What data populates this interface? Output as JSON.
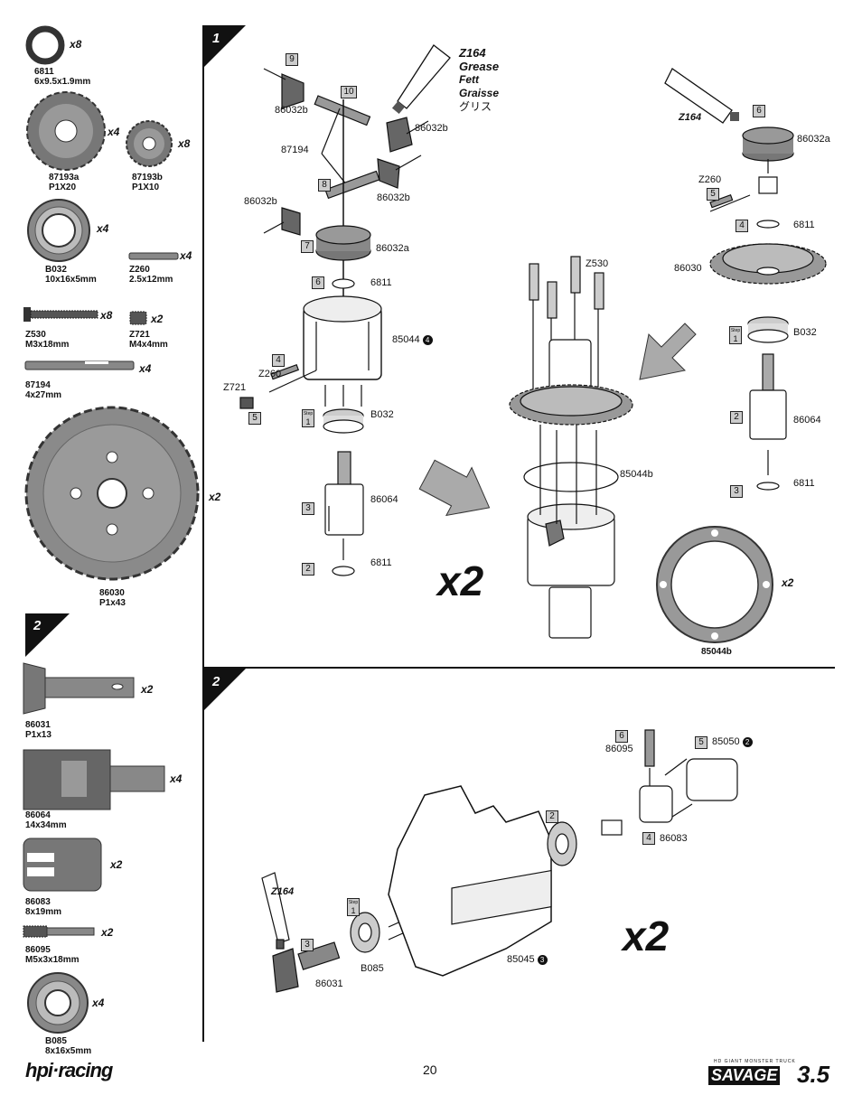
{
  "page_number": "20",
  "brand_logo": "hpi·racing",
  "product_logo": {
    "tagline": "HD GIANT MONSTER TRUCK",
    "name": "SAVAGE",
    "version": "3.5"
  },
  "parts_sidebar_1": [
    {
      "id": "6811",
      "desc": "6x9.5x1.9mm",
      "qty": "x8"
    },
    {
      "id": "87193a",
      "desc": "P1X20",
      "qty": "x4"
    },
    {
      "id": "87193b",
      "desc": "P1X10",
      "qty": "x8"
    },
    {
      "id": "B032",
      "desc": "10x16x5mm",
      "qty": "x4"
    },
    {
      "id": "Z260",
      "desc": "2.5x12mm",
      "qty": "x4"
    },
    {
      "id": "Z530",
      "desc": "M3x18mm",
      "qty": "x8"
    },
    {
      "id": "Z721",
      "desc": "M4x4mm",
      "qty": "x2"
    },
    {
      "id": "87194",
      "desc": "4x27mm",
      "qty": "x4"
    },
    {
      "id": "86030",
      "desc": "P1x43",
      "qty": "x2"
    }
  ],
  "parts_sidebar_2": [
    {
      "id": "86031",
      "desc": "P1x13",
      "qty": "x2"
    },
    {
      "id": "86064",
      "desc": "14x34mm",
      "qty": "x4"
    },
    {
      "id": "86083",
      "desc": "8x19mm",
      "qty": "x2"
    },
    {
      "id": "86095",
      "desc": "M5x3x18mm",
      "qty": "x2"
    },
    {
      "id": "B085",
      "desc": "8x16x5mm",
      "qty": "x4"
    }
  ],
  "section1": {
    "number": "1",
    "grease": {
      "code": "Z164",
      "lines": [
        "Grease",
        "Fett",
        "Graisse",
        "グリス"
      ]
    },
    "left_labels": {
      "s9": "9",
      "s10": "10",
      "s8": "8",
      "s7": "7",
      "s6": "6",
      "s4": "4",
      "s5": "5",
      "s1": "1",
      "s3": "3",
      "s2": "2",
      "p86032b_1": "86032b",
      "p86032b_2": "86032b",
      "p86032b_3": "86032b",
      "p86032b_4": "86032b",
      "p87194": "87194",
      "p86032a": "86032a",
      "p6811a": "6811",
      "p85044": "85044",
      "p85044_ref": "4",
      "pZ260": "Z260",
      "pZ721": "Z721",
      "pB032": "B032",
      "p86064": "86064",
      "p6811b": "6811"
    },
    "center_labels": {
      "pZ530": "Z530",
      "p85044b": "85044b"
    },
    "right_labels": {
      "z164": "Z164",
      "s6": "6",
      "p86032a": "86032a",
      "pZ260": "Z260",
      "s5": "5",
      "s4": "4",
      "p6811a": "6811",
      "p86030": "86030",
      "s1": "1",
      "pB032": "B032",
      "s2": "2",
      "p86064": "86064",
      "s3": "3",
      "p6811b": "6811",
      "p85044b": "85044b",
      "qty85044b": "x2"
    },
    "step_tag": "Step",
    "multiplier": "x2"
  },
  "section2": {
    "number": "2",
    "labels": {
      "z164": "Z164",
      "s1": "1",
      "s3": "3",
      "p86031": "86031",
      "pB085": "B085",
      "s2": "2",
      "s6": "6",
      "p86095": "86095",
      "s5": "5",
      "p85050": "85050",
      "p85050_ref": "2",
      "s4": "4",
      "p86083": "86083",
      "p85045": "85045",
      "p85045_ref": "3"
    },
    "step_tag": "Step",
    "multiplier": "x2"
  },
  "sidebar2_number": "2",
  "colors": {
    "ink": "#111111",
    "panel": "#cfcfcf",
    "gear_dark": "#555555",
    "gear_mid": "#8a8a8a",
    "arrow": "#a8a8a8"
  }
}
